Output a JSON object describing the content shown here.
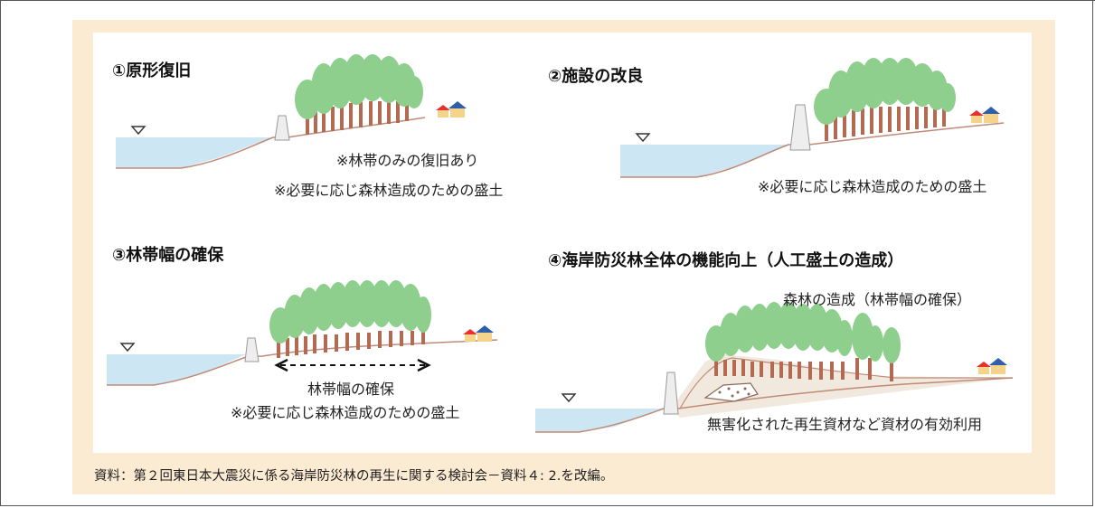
{
  "panels": [
    {
      "title": "①原形復旧",
      "notes": [
        "※林帯のみの復旧あり",
        "※必要に応じ森林造成のための盛土"
      ]
    },
    {
      "title": "②施設の改良",
      "notes": [
        "※必要に応じ森林造成のための盛土"
      ]
    },
    {
      "title": "③林帯幅の確保",
      "width_label": "林帯幅の確保",
      "notes": [
        "※必要に応じ森林造成のための盛土"
      ]
    },
    {
      "title": "④海岸防災林全体の機能向上（人工盛土の造成）",
      "forest_label": "森林の造成（林帯幅の確保）",
      "fill_label": "無害化された再生資材など資材の有効利用"
    }
  ],
  "source": "資料：第２回東日本大震災に係る海岸防災林の再生に関する検討会－資料４: 2.を改編。",
  "colors": {
    "panel_bg": "#fcebd3",
    "water": "#cde6f3",
    "tree_crown": "#8ecf8d",
    "trunk": "#b26a52",
    "ground_line": "#c08a78",
    "mound": "#f1e9dd",
    "seawall": "#eeeeee",
    "house_red": "#e6322e",
    "house_blue": "#2f5fa8",
    "house_wall": "#f5d38a"
  }
}
